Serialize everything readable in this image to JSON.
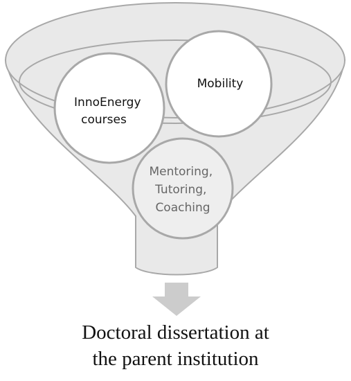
{
  "diagram": {
    "circles": [
      {
        "id": "innoenergy",
        "lines": [
          "InnoEnergy",
          "courses"
        ],
        "fill": "#ffffff",
        "text_color": "#111111"
      },
      {
        "id": "mobility",
        "lines": [
          "Mobility"
        ],
        "fill": "#ffffff",
        "text_color": "#111111"
      },
      {
        "id": "mentoring",
        "lines": [
          "Mentoring,",
          "Tutoring,",
          "Coaching"
        ],
        "fill": "#eeeeee",
        "text_color": "#666666"
      }
    ],
    "caption": {
      "line1": "Doctoral dissertation at",
      "line2": "the parent institution"
    },
    "colors": {
      "funnel_fill": "#e9e9e9",
      "funnel_stroke": "#a8a8a8",
      "arrow": "#cccccc"
    }
  }
}
